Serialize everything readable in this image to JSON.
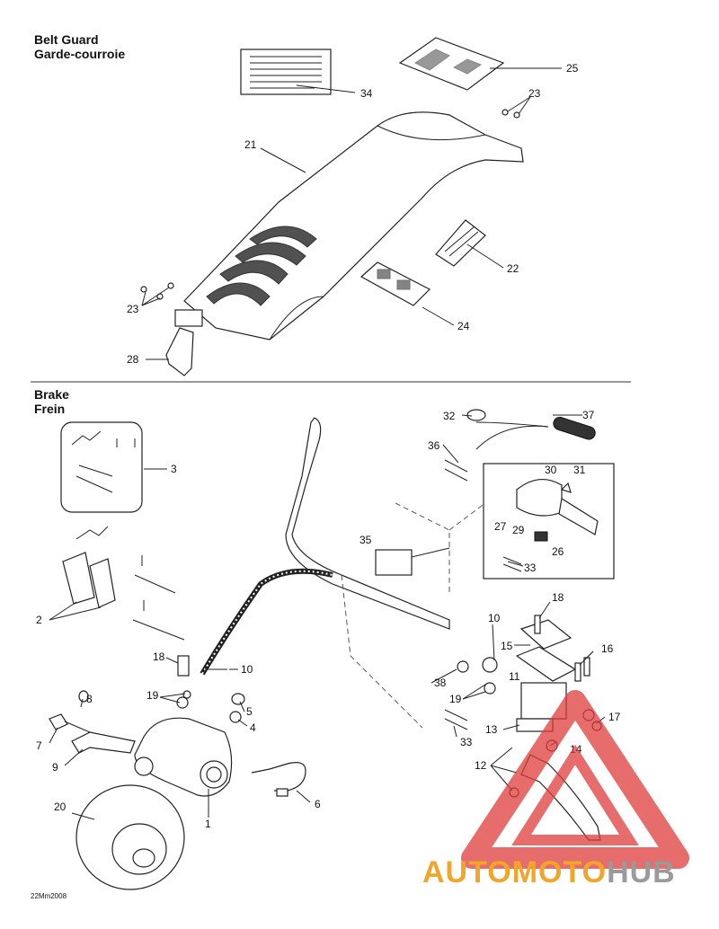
{
  "sections": {
    "belt_guard": {
      "title_en": "Belt Guard",
      "title_fr": "Garde-courroie"
    },
    "brake": {
      "title_en": "Brake",
      "title_fr": "Frein"
    }
  },
  "callouts": {
    "belt": [
      "34",
      "25",
      "23",
      "21",
      "22",
      "23",
      "24",
      "28"
    ],
    "brake": [
      "32",
      "37",
      "36",
      "30",
      "31",
      "3",
      "27",
      "29",
      "26",
      "35",
      "33",
      "2",
      "18",
      "10",
      "15",
      "16",
      "18",
      "10",
      "11",
      "38",
      "19",
      "17",
      "19",
      "8",
      "5",
      "4",
      "13",
      "14",
      "33",
      "7",
      "12",
      "9",
      "6",
      "20",
      "1"
    ]
  },
  "footer_code": "22Mm2008",
  "watermark": {
    "part1": "AUTOMOTO",
    "part2": "HUB",
    "colors": {
      "orange": "#f1a52a",
      "gray": "#9a9a9a",
      "red": "#e03b3b"
    }
  }
}
